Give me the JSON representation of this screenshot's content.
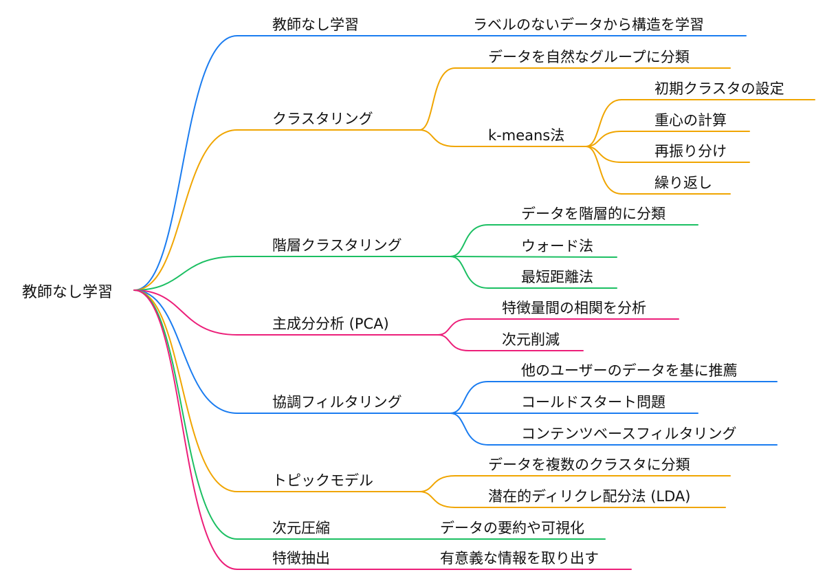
{
  "colors": {
    "blue": "#1a7cf0",
    "orange": "#f0a500",
    "green": "#1bbf62",
    "pink": "#ec1e79"
  },
  "root": {
    "label": "教師なし学習"
  },
  "branches": [
    {
      "label": "教師なし学習",
      "color": "blue",
      "children": [
        {
          "label": "ラベルのないデータから構造を学習"
        }
      ]
    },
    {
      "label": "クラスタリング",
      "color": "orange",
      "children": [
        {
          "label": "データを自然なグループに分類"
        },
        {
          "label": "k-means法",
          "children": [
            {
              "label": "初期クラスタの設定"
            },
            {
              "label": "重心の計算"
            },
            {
              "label": "再振り分け"
            },
            {
              "label": "繰り返し"
            }
          ]
        }
      ]
    },
    {
      "label": "階層クラスタリング",
      "color": "green",
      "children": [
        {
          "label": "データを階層的に分類"
        },
        {
          "label": "ウォード法"
        },
        {
          "label": "最短距離法"
        }
      ]
    },
    {
      "label": "主成分分析 (PCA)",
      "color": "pink",
      "children": [
        {
          "label": "特徴量間の相関を分析"
        },
        {
          "label": "次元削減"
        }
      ]
    },
    {
      "label": "協調フィルタリング",
      "color": "blue",
      "children": [
        {
          "label": "他のユーザーのデータを基に推薦"
        },
        {
          "label": "コールドスタート問題"
        },
        {
          "label": "コンテンツベースフィルタリング"
        }
      ]
    },
    {
      "label": "トピックモデル",
      "color": "orange",
      "children": [
        {
          "label": "データを複数のクラスタに分類"
        },
        {
          "label": "潜在的ディリクレ配分法 (LDA)"
        }
      ]
    },
    {
      "label": "次元圧縮",
      "color": "green",
      "children": [
        {
          "label": "データの要約や可視化"
        }
      ]
    },
    {
      "label": "特徴抽出",
      "color": "pink",
      "children": [
        {
          "label": "有意義な情報を取り出す"
        }
      ]
    }
  ]
}
